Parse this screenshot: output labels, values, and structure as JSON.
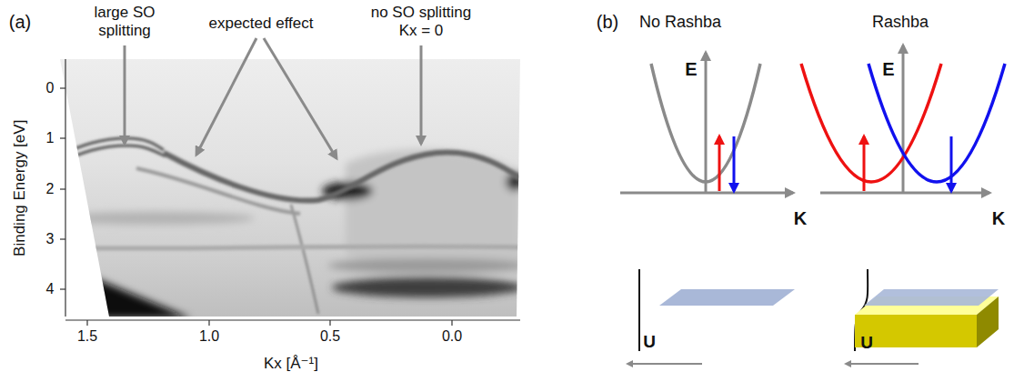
{
  "diagram": {
    "labels": [
      "(a)",
      "large SO splitting",
      "expected effect",
      "no SO splitting Kx = 0",
      "0",
      "1",
      "2",
      "3",
      "4",
      "Binding Energy [eV]",
      "1.5",
      "1.0",
      "0.5",
      "0.0",
      "Kx [Å⁻¹]",
      "(b)",
      "No Rashba",
      "Rashba",
      "E",
      "K",
      "E",
      "K",
      "U",
      "U"
    ]
  }
}
